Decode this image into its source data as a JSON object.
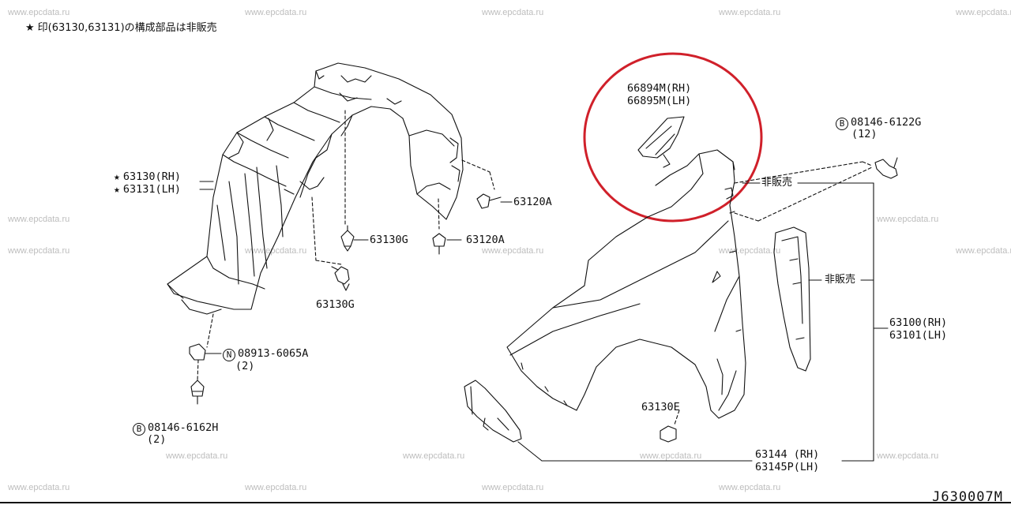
{
  "watermark_text": "www.epcdata.ru",
  "note": {
    "star_glyph": "★",
    "text": "印(63130,63131)の構成部品は非販売"
  },
  "labels": {
    "p63130_rh": "63130(RH)",
    "p63131_lh": "63131(LH)",
    "p63130g_a": "63130G",
    "p63130g_b": "63130G",
    "p63120a_a": "63120A",
    "p63120a_b": "63120A",
    "nut_circle": "N",
    "nut_part": "08913-6065A",
    "nut_qty": "(2)",
    "bolt_circle": "B",
    "bolt_part": "08146-6162H",
    "bolt_qty": "(2)",
    "clip_rh": "66894M(RH)",
    "clip_lh": "66895M(LH)",
    "bolt2_circle": "B",
    "bolt2_part": "08146-6122G",
    "bolt2_qty": "(12)",
    "not_sold_1": "非販売",
    "not_sold_2": "非販売",
    "fender_rh": "63100(RH)",
    "fender_lh": "63101(LH)",
    "p63130e": "63130E",
    "bracket_rh": "63144 (RH)",
    "bracket_lh": "63145P(LH)"
  },
  "diagram_ref": "J630007M",
  "colors": {
    "highlight_circle": "#d0202a",
    "line": "#111111",
    "watermark": "#bdbdbd"
  }
}
